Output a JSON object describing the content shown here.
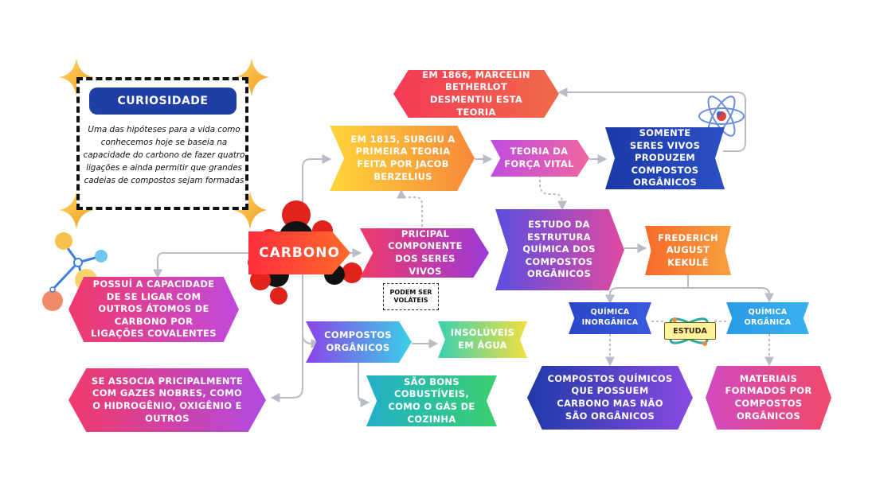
{
  "curiosidade": {
    "title": "CURIOSIDADE",
    "text": "Uma das hipóteses para a vida como conhecemos hoje se baseia na capacidade do carbono de fazer quatro ligações e ainda permitir que grandes cadeias de compostos sejam formadas"
  },
  "nodes": {
    "carbono": "CARBONO",
    "em1815": "EM 1815, SURGIU A PRIMEIRA TEORIA FEITA POR JACOB BERZELIUS",
    "em1866": "EM 1866, MARCELIN BETHERLOT DESMENTIU ESTA TEORIA",
    "teoria_forca_vital": "TEORIA DA FORÇA VITAL",
    "somente_seres_vivos": "SOMENTE SERES VIVOS PRODUZEM COMPOSTOS ORGÂNICOS",
    "pricipal_componente": "PRICIPAL COMPONENTE DOS SERES VIVOS",
    "estudo_estrutura": "ESTUDO DA ESTRUTURA QUÍMICA DOS COMPOSTOS ORGÂNICOS",
    "frederich": "FREDERICH AUGUST KEKULÉ",
    "quimica_inorganica": "QUÍMICA INORGÂNICA",
    "quimica_organica": "QUÍMICA ORGÂNICA",
    "estuda": "ESTUDA",
    "possui_capacidade": "POSSUÍ A CAPACIDADE DE SE LIGAR COM OUTROS ÁTOMOS DE CARBONO POR LIGAÇÕES COVALENTES",
    "compostos_organicos": "COMPOSTOS ORGÂNICOS",
    "podem_ser_volateis": "PODEM SER VOLÁTEIS",
    "insoluveis": "INSOLÚVEIS EM ÁGUA",
    "bons_combustiveis": "SÃO BONS COBUSTÍVEIS, COMO O GÁS DE COZINHA",
    "se_associa": "SE ASSOCIA PRICIPALMENTE COM GAZES NOBRES, COMO O HIDROGÊNIO, OXIGÊNIO E OUTROS",
    "compostos_quimicos": "COMPOSTOS QUÍMICOS QUE POSSUEM CARBONO MAS NÃO SÃO ORGÂNICOS",
    "materiais_formados": "MATERIAIS FORMADOS POR COMPOSTOS ORGÂNICOS"
  },
  "colors": {
    "connector": "#b8bcc6",
    "sparkle": "#f7b733",
    "curio_title_bg": "#1f3fa6"
  },
  "icons": [
    "sparkle-icon",
    "molecule-icon",
    "atom-icon",
    "carbon-molecule-icon"
  ]
}
